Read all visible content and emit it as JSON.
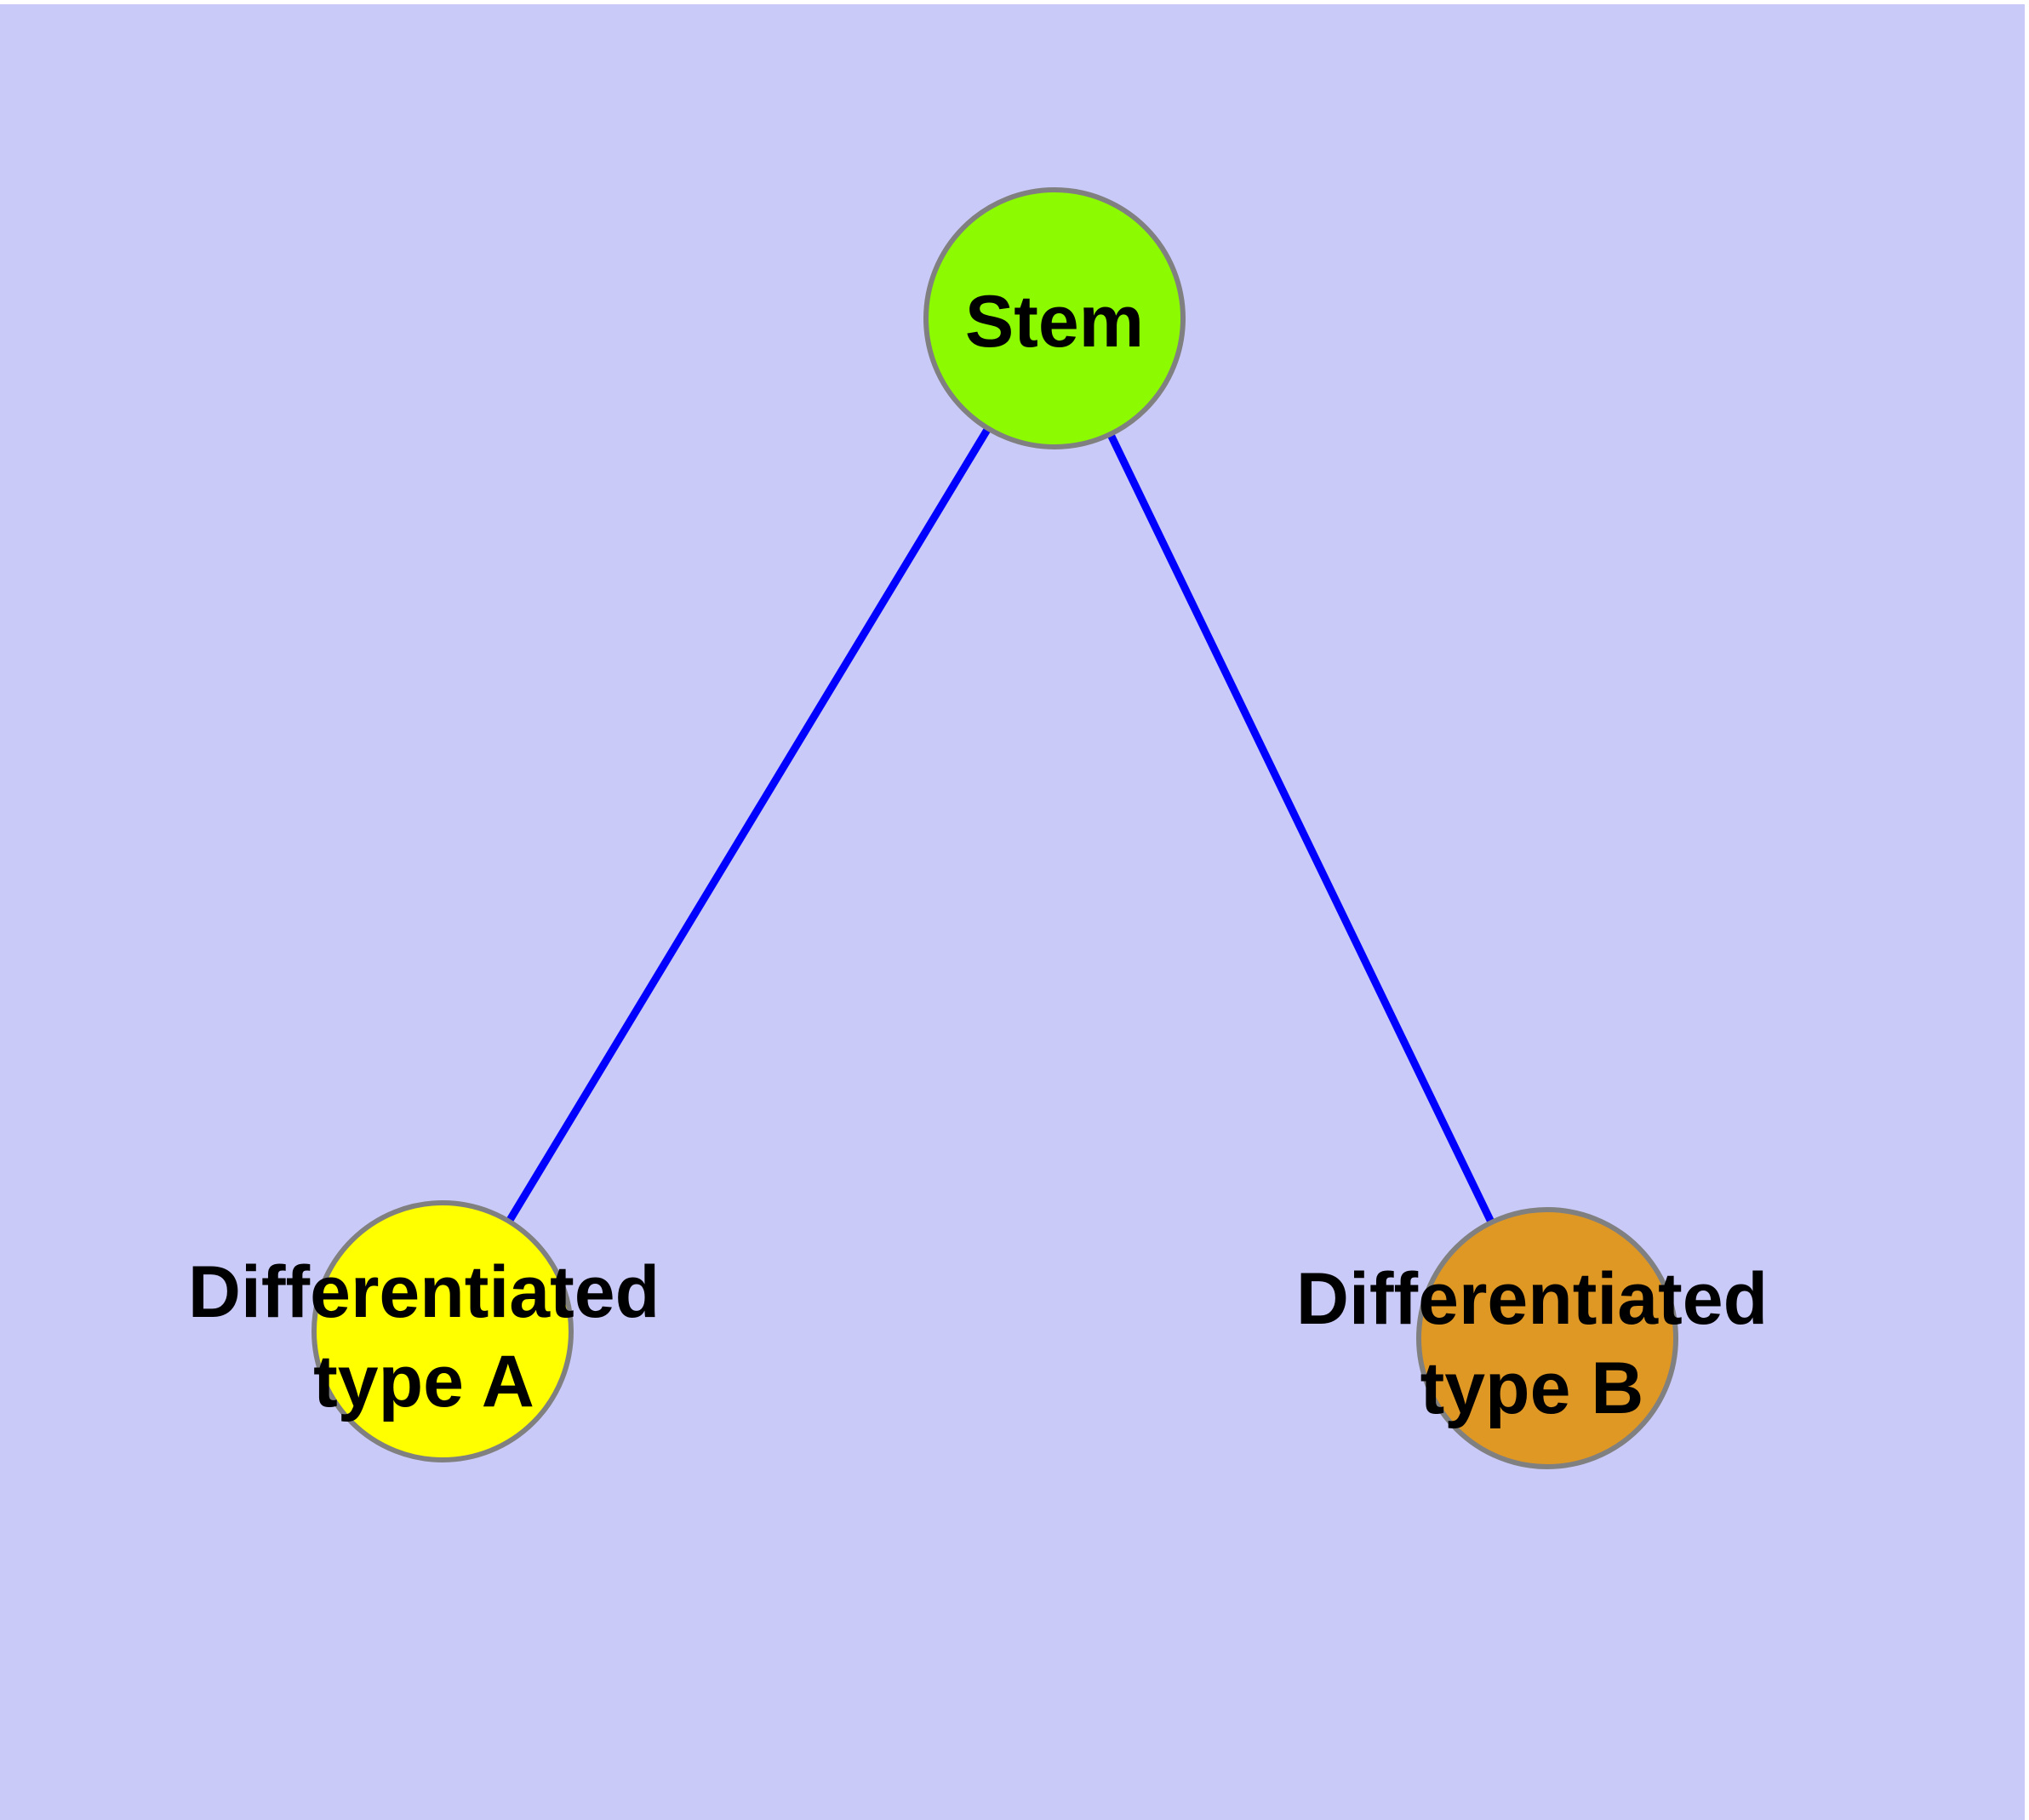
{
  "figure": {
    "kind": "network-diagram",
    "background_color": "#CACAF8",
    "margin_color": "#FFFFFF",
    "text_color": "#000000"
  },
  "graph": {
    "edge_color": "#0000FF",
    "node_border_color": "#808080",
    "nodes": [
      {
        "id": "stem",
        "label": "Stem",
        "label_line1": "Stem",
        "label_line2": "",
        "fill": "#8CFA00"
      },
      {
        "id": "differentiated-type-a",
        "label": "Differentiated type A",
        "label_line1": "Differentiated",
        "label_line2": "type A",
        "fill": "#FFFF00"
      },
      {
        "id": "differentiated-type-b",
        "label": "Differentiated type B",
        "label_line1": "Differentiated",
        "label_line2": "type B",
        "fill": "#E09825"
      }
    ],
    "edges": [
      {
        "from": "Stem",
        "to": "Differentiated type A"
      },
      {
        "from": "Stem",
        "to": "Differentiated type B"
      }
    ]
  }
}
